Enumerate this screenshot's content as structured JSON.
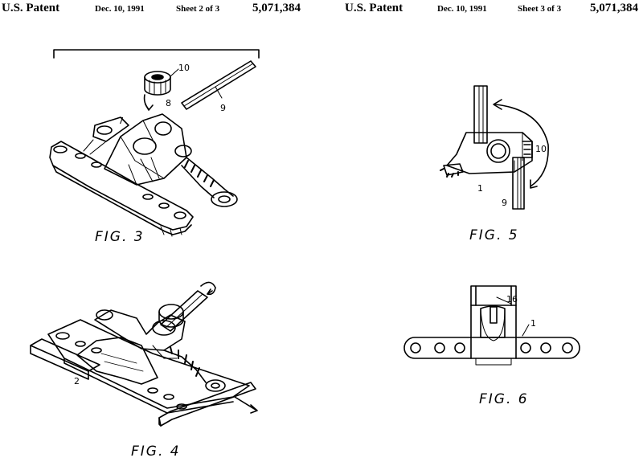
{
  "left_sheet": {
    "header": {
      "title": "U.S. Patent",
      "date": "Dec. 10, 1991",
      "sheet": "Sheet 2 of 3",
      "patent_number": "5,071,384"
    },
    "figures": [
      {
        "label": "FIG. 3",
        "refs": [
          "10",
          "9",
          "8",
          "7"
        ]
      },
      {
        "label": "FIG. 4",
        "refs": [
          "2"
        ]
      }
    ]
  },
  "right_sheet": {
    "header": {
      "title": "U.S. Patent",
      "date": "Dec. 10, 1991",
      "sheet": "Sheet 3 of 3",
      "patent_number": "5,071,384"
    },
    "figures": [
      {
        "label": "FIG. 5",
        "refs": [
          "10",
          "1",
          "9"
        ]
      },
      {
        "label": "FIG. 6",
        "refs": [
          "16",
          "1"
        ]
      }
    ]
  }
}
